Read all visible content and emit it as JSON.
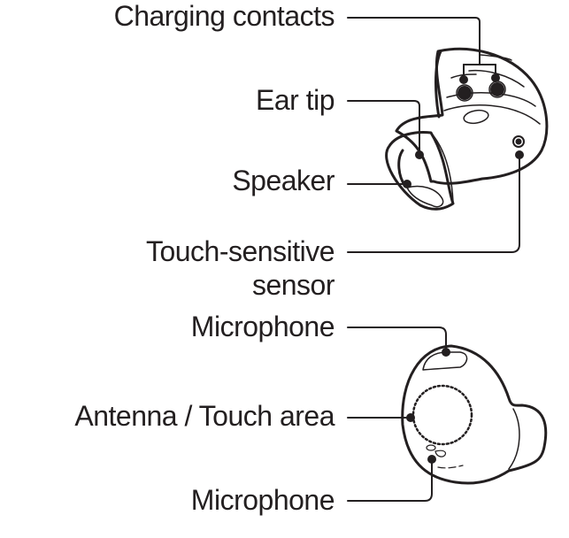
{
  "diagram": {
    "top_view": {
      "labels": [
        {
          "id": "charging-contacts",
          "text": "Charging contacts"
        },
        {
          "id": "ear-tip",
          "text": "Ear tip"
        },
        {
          "id": "speaker",
          "text": "Speaker"
        },
        {
          "id": "touch-sensor-line1",
          "text": "Touch-sensitive"
        },
        {
          "id": "touch-sensor-line2",
          "text": "sensor"
        }
      ]
    },
    "bottom_view": {
      "labels": [
        {
          "id": "microphone-top",
          "text": "Microphone"
        },
        {
          "id": "antenna-touch",
          "text": "Antenna / Touch area"
        },
        {
          "id": "microphone-bottom",
          "text": "Microphone"
        }
      ]
    },
    "colors": {
      "line": "#231f20",
      "background": "#ffffff"
    }
  }
}
